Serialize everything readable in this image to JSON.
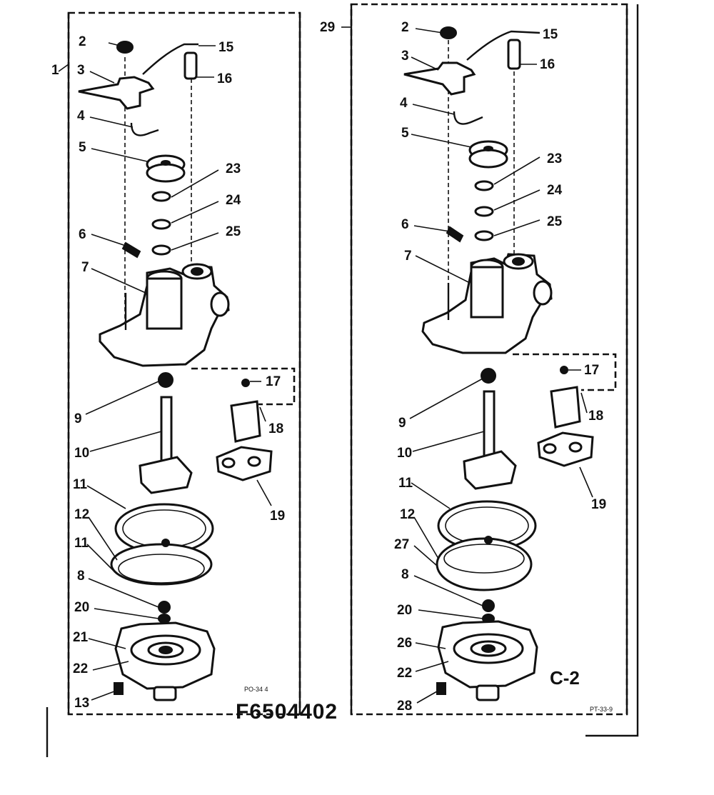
{
  "diagram": {
    "part_number": "F6504402",
    "variant_label": "C-2",
    "small_code_left": "PO-34 4",
    "small_code_right": "PT-33-9",
    "left_panel": {
      "labels": [
        "2",
        "3",
        "15",
        "16",
        "4",
        "5",
        "23",
        "24",
        "25",
        "6",
        "7",
        "17",
        "18",
        "9",
        "10",
        "19",
        "11",
        "12",
        "11",
        "8",
        "20",
        "21",
        "22",
        "13"
      ],
      "group_marker": "1"
    },
    "right_panel": {
      "labels": [
        "2",
        "3",
        "15",
        "16",
        "4",
        "5",
        "23",
        "24",
        "25",
        "6",
        "7",
        "17",
        "18",
        "9",
        "10",
        "19",
        "11",
        "12",
        "27",
        "8",
        "20",
        "26",
        "22",
        "28"
      ],
      "group_marker": "29"
    }
  }
}
